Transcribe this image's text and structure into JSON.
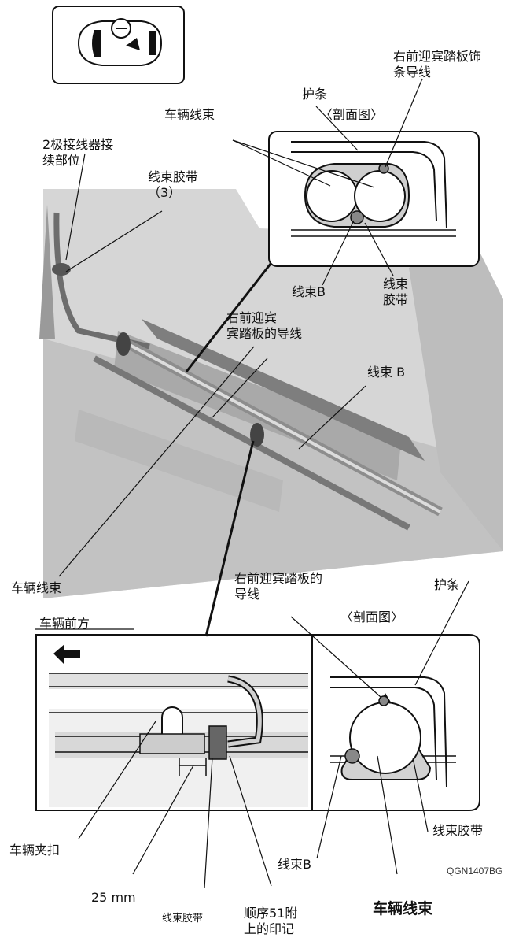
{
  "labels": {
    "harness_b_tape_label": "右前迎宾踏板饰\n条导线",
    "garnish_top": "护条",
    "section_view_top": "〈剖面图〉",
    "vehicle_harness_top": "车辆线束",
    "connector_2pin": "2极接线器接\n续部位",
    "harness_tape_3": "线束胶带\n（3）",
    "harness_b_inset": "线束B",
    "harness_tape_inset": "线束\n胶带",
    "right_front_sill_wire": "右前迎宾\n宾踏板的导线",
    "harness_b_main": "线束 B",
    "vehicle_harness_left": "车辆线束",
    "right_sill_wire_lower": "右前迎宾踏板的\n导线",
    "garnish_lower": "护条",
    "section_view_lower": "〈剖面图〉",
    "vehicle_front": "车辆前方",
    "harness_tape_lower_right": "线束胶带",
    "vehicle_clip": "车辆夹扣",
    "harness_b_lower": "线束B",
    "figure_code": "QGN1407BG",
    "dimension_25mm": "25 mm",
    "harness_tape_bottom": "线束胶带",
    "sequence_mark": "顺序51附\n上的印记",
    "vehicle_harness_bottom": "车辆线束"
  },
  "icons": {
    "locator": "vehicle-top-view-locator-icon",
    "arrow": "front-direction-arrow-icon"
  },
  "colors": {
    "line": "#111111",
    "photo_bg": "#d9d9d9",
    "photo_dark": "#8a8a8a",
    "harness": "#b5b5b5"
  }
}
